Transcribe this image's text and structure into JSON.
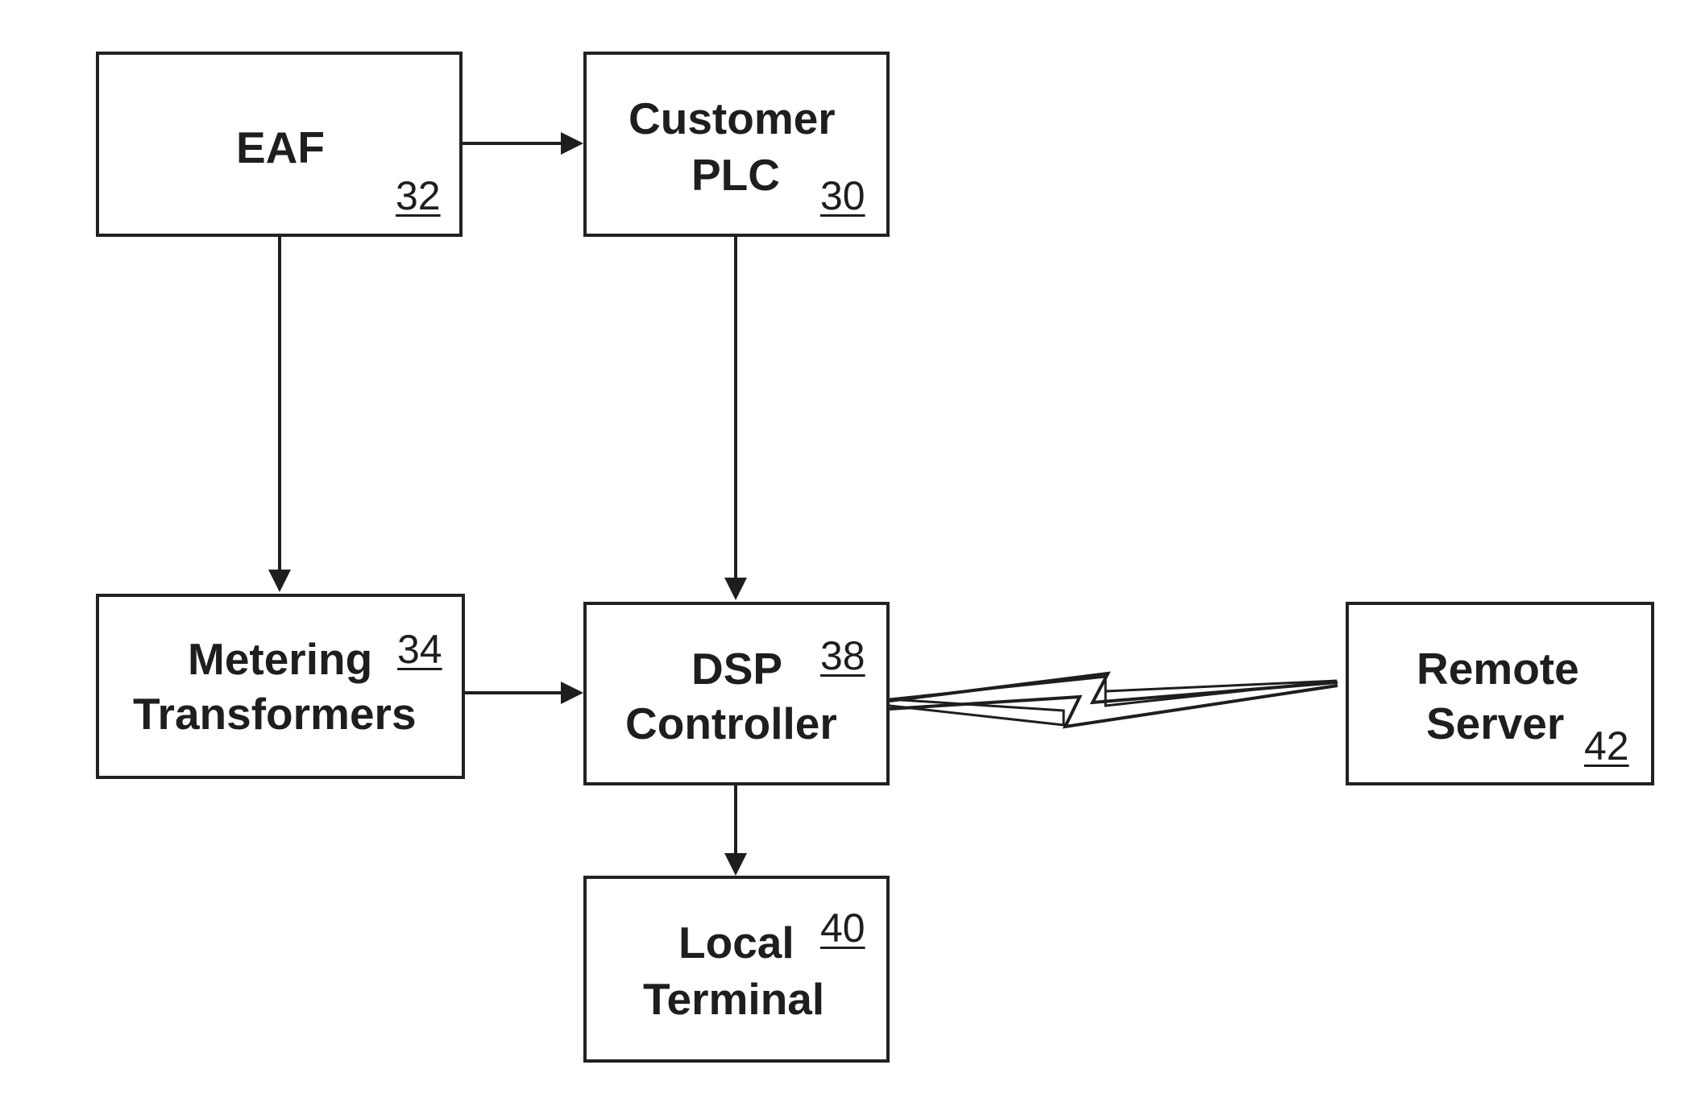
{
  "figure": {
    "blocks": {
      "eaf": {
        "label": "EAF",
        "ref": "32"
      },
      "customer_plc": {
        "line1": "Customer",
        "line2": "PLC",
        "ref": "30"
      },
      "metering": {
        "line1": "Metering",
        "line2": "Transformers",
        "ref": "34"
      },
      "dsp": {
        "line1": "DSP",
        "line2": "Controller",
        "ref": "38"
      },
      "remote": {
        "line1": "Remote",
        "line2": "Server",
        "ref": "42"
      },
      "local": {
        "line1": "Local",
        "line2": "Terminal",
        "ref": "40"
      }
    },
    "connections": [
      {
        "from": "EAF",
        "to": "Customer PLC",
        "type": "arrow"
      },
      {
        "from": "EAF",
        "to": "Metering Transformers",
        "type": "arrow"
      },
      {
        "from": "Customer PLC",
        "to": "DSP Controller",
        "type": "arrow"
      },
      {
        "from": "Metering Transformers",
        "to": "DSP Controller",
        "type": "arrow"
      },
      {
        "from": "DSP Controller",
        "to": "Local Terminal",
        "type": "arrow"
      },
      {
        "from": "DSP Controller",
        "to": "Remote Server",
        "type": "wireless-link"
      }
    ],
    "colors": {
      "ink": "#1e1e1e",
      "background": "#ffffff"
    }
  }
}
